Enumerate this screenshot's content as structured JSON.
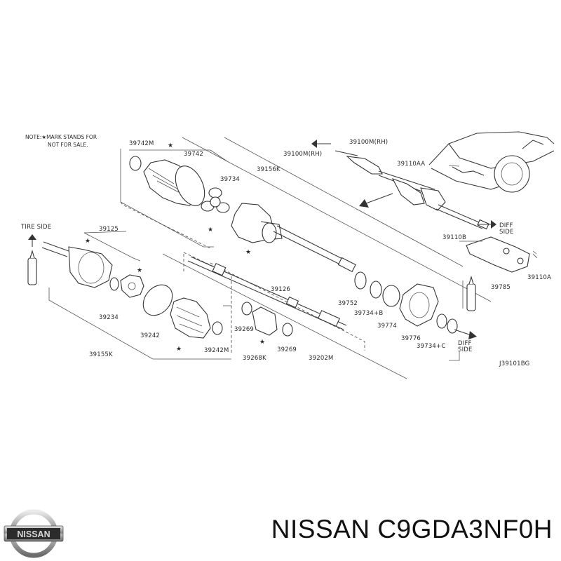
{
  "diagram": {
    "note_line1": "NOTE:★MARK STANDS FOR",
    "note_line2": "NOT FOR SALE.",
    "tire_side": "TIRE SIDE",
    "diff_side_1": "DIFF",
    "diff_side_1b": "SIDE",
    "diff_side_2": "DIFF",
    "diff_side_2b": "SIDE",
    "drawing_code": "J39101BG",
    "labels": {
      "p39742m": "39742M",
      "p39742": "39742",
      "p39734": "39734",
      "p39156k": "39156K",
      "p39100m_rh_mid": "39100M(RH)",
      "p39100m_rh_top": "39100M(RH)",
      "p39110aa": "39110AA",
      "p39110b": "39110B",
      "p39110a": "39110A",
      "p39785": "39785",
      "p39125": "39125",
      "p39126": "39126",
      "p39752": "39752",
      "p39734b": "39734+B",
      "p39774": "39774",
      "p39776": "39776",
      "p39734c": "39734+C",
      "p39234": "39234",
      "p39242": "39242",
      "p39242m": "39242M",
      "p39269a": "39269",
      "p39269b": "39269",
      "p39268k": "39268K",
      "p39202m": "39202M",
      "p39155k": "39155K"
    }
  },
  "footer": {
    "logo_text": "NISSAN",
    "part_number": "NISSAN C9GDA3NF0H"
  }
}
